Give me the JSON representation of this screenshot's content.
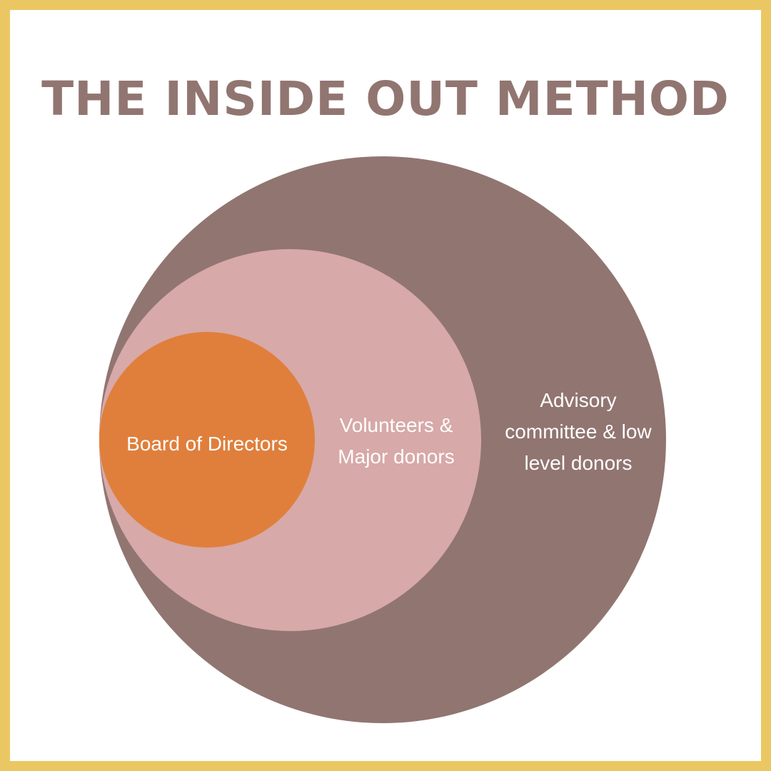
{
  "title": "THE INSIDE OUT METHOD",
  "rings": {
    "inner": {
      "label": "Board of Directors",
      "color": "#e07f3c"
    },
    "middle": {
      "label_line1": "Volunteers &",
      "label_line2": "Major donors",
      "color": "#d7a9a8"
    },
    "outer": {
      "label_line1": "Advisory",
      "label_line2": "committee & low",
      "label_line3": "level donors",
      "color": "#917571"
    }
  },
  "colors": {
    "border": "#ebc764",
    "title": "#917571",
    "background": "#ffffff"
  }
}
